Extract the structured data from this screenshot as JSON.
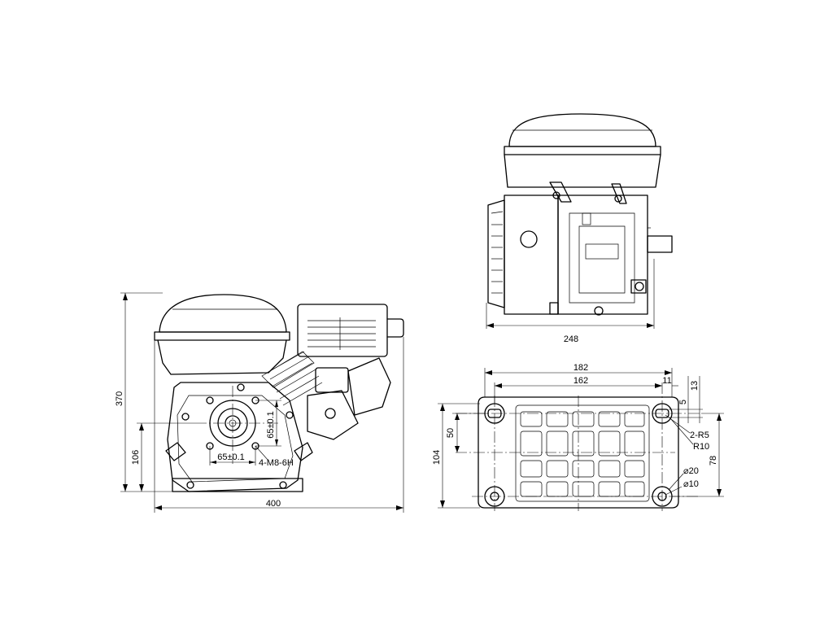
{
  "dimensions": {
    "side_height": "370",
    "side_shaft_height": "106",
    "side_width": "400",
    "pattern_h": "65±0.1",
    "pattern_v": "65±0.1",
    "thread": "4-M8-6H",
    "top_width": "248",
    "base_outer": "182",
    "base_inner": "162",
    "base_slot": "11",
    "base_5": "5",
    "base_13": "13",
    "base_r5": "2-R5",
    "base_r10": "R10",
    "base_50": "50",
    "base_104": "104",
    "base_78": "78",
    "base_d20": "⌀20",
    "base_d10": "⌀10"
  }
}
